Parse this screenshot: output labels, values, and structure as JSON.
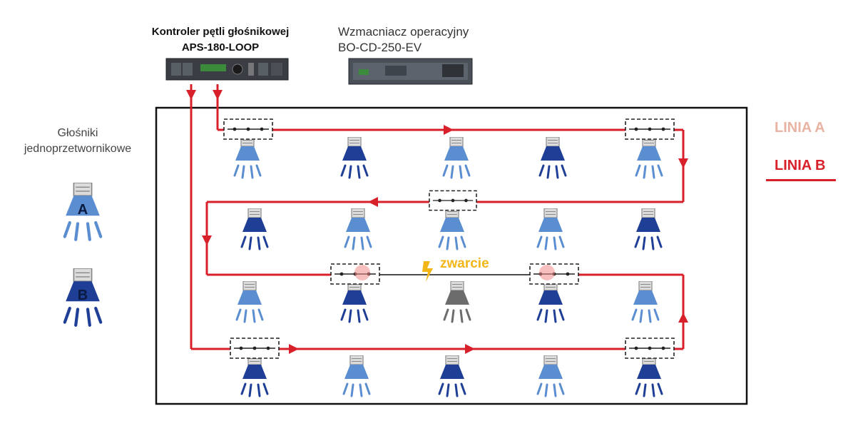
{
  "controller": {
    "line1": "Kontroler pętli głośnikowej",
    "line2": "APS-180-LOOP"
  },
  "amplifier": {
    "line1": "Wzmacniacz operacyjny",
    "line2": "BO-CD-250-EV"
  },
  "left_panel": {
    "line1": "Głośniki",
    "line2": "jednoprzetwornikowe",
    "icon_a": "A",
    "icon_b": "B"
  },
  "legend": {
    "linia_a": "LINIA A",
    "linia_b": "LINIA B"
  },
  "fault": {
    "label": "zwarcie"
  },
  "colors": {
    "line": "#d8202b",
    "speaker_a": "#5a8ed0",
    "speaker_b": "#1f3f96",
    "speaker_fault": "#6c6c6c",
    "fault": "#f2b619"
  },
  "speakers": [
    [
      "A",
      "B",
      "A",
      "B",
      "A"
    ],
    [
      "B",
      "A",
      "A",
      "A",
      "B"
    ],
    [
      "A",
      "B",
      "fault",
      "B",
      "A"
    ],
    [
      "B",
      "A",
      "B",
      "A",
      "B"
    ]
  ]
}
